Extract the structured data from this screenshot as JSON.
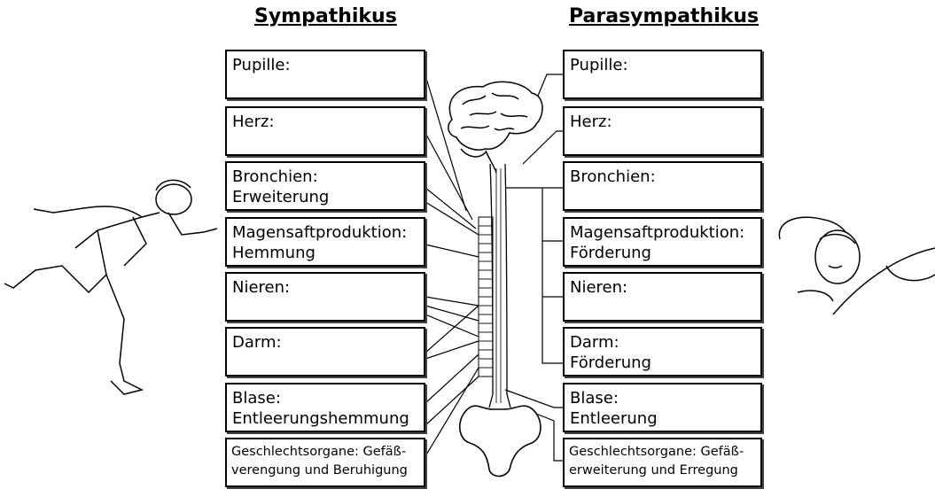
{
  "sympathikus": {
    "title": "Sympathikus",
    "boxes": [
      {
        "line1": "Pupille:",
        "line2": ""
      },
      {
        "line1": "Herz:",
        "line2": ""
      },
      {
        "line1": "Bronchien:",
        "line2": "Erweiterung"
      },
      {
        "line1": "Magensaftproduktion:",
        "line2": "Hemmung"
      },
      {
        "line1": "Nieren:",
        "line2": ""
      },
      {
        "line1": "Darm:",
        "line2": ""
      },
      {
        "line1": "Blase:",
        "line2": "Entleerungshemmung"
      },
      {
        "line1": "Geschlechtsorgane: Gefäß-",
        "line2": "verengung und Beruhigung"
      }
    ]
  },
  "parasympathikus": {
    "title": "Parasympathikus",
    "boxes": [
      {
        "line1": "Pupille:",
        "line2": ""
      },
      {
        "line1": "Herz:",
        "line2": ""
      },
      {
        "line1": "Bronchien:",
        "line2": ""
      },
      {
        "line1": "Magensaftproduktion:",
        "line2": "Förderung"
      },
      {
        "line1": "Nieren:",
        "line2": ""
      },
      {
        "line1": "Darm:",
        "line2": "Förderung"
      },
      {
        "line1": "Blase:",
        "line2": "Entleerung"
      },
      {
        "line1": "Geschlechtsorgane: Gefäß-",
        "line2": "erweiterung und Erregung"
      }
    ]
  },
  "illustrations": {
    "left": "running-person",
    "center": "brain-spinal-cord-pelvis",
    "right": "sleeping-person"
  }
}
